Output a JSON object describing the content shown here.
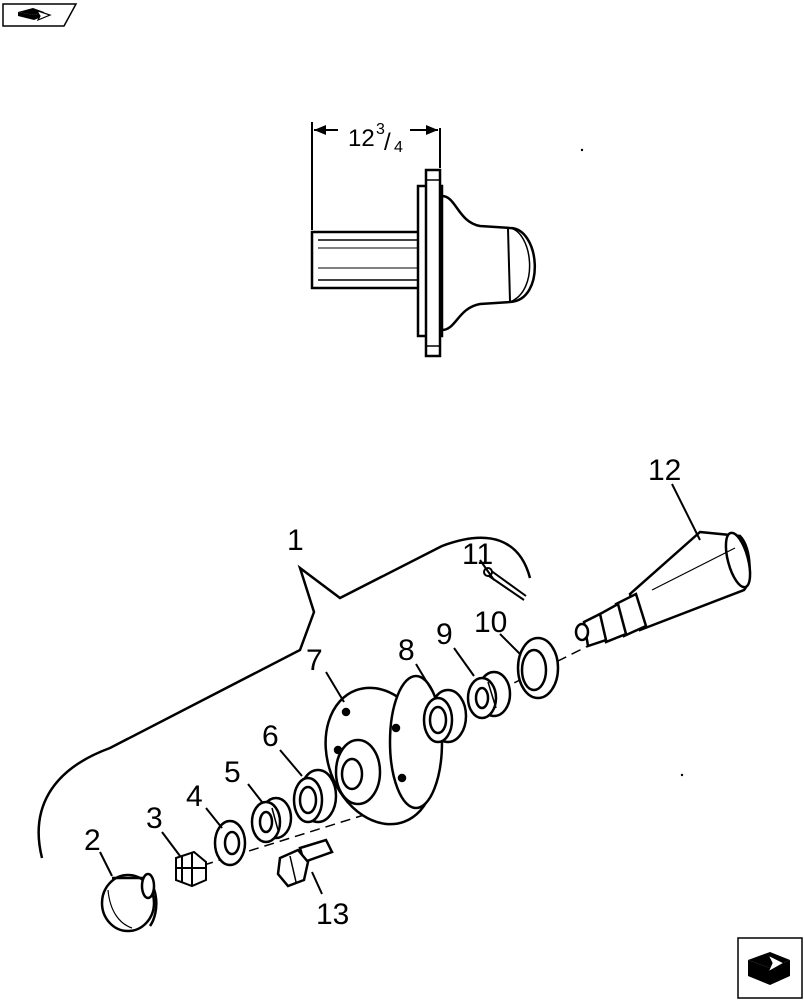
{
  "navigation": {
    "prev_icon": "arrow-back-icon",
    "next_icon": "arrow-forward-icon"
  },
  "dimension": {
    "whole": "12",
    "numerator": "3",
    "slash": "/",
    "denominator": "4"
  },
  "callouts": {
    "c1": "1",
    "c2": "2",
    "c3": "3",
    "c4": "4",
    "c5": "5",
    "c6": "6",
    "c7": "7",
    "c8": "8",
    "c9": "9",
    "c10": "10",
    "c11": "11",
    "c12": "12",
    "c13": "13"
  }
}
